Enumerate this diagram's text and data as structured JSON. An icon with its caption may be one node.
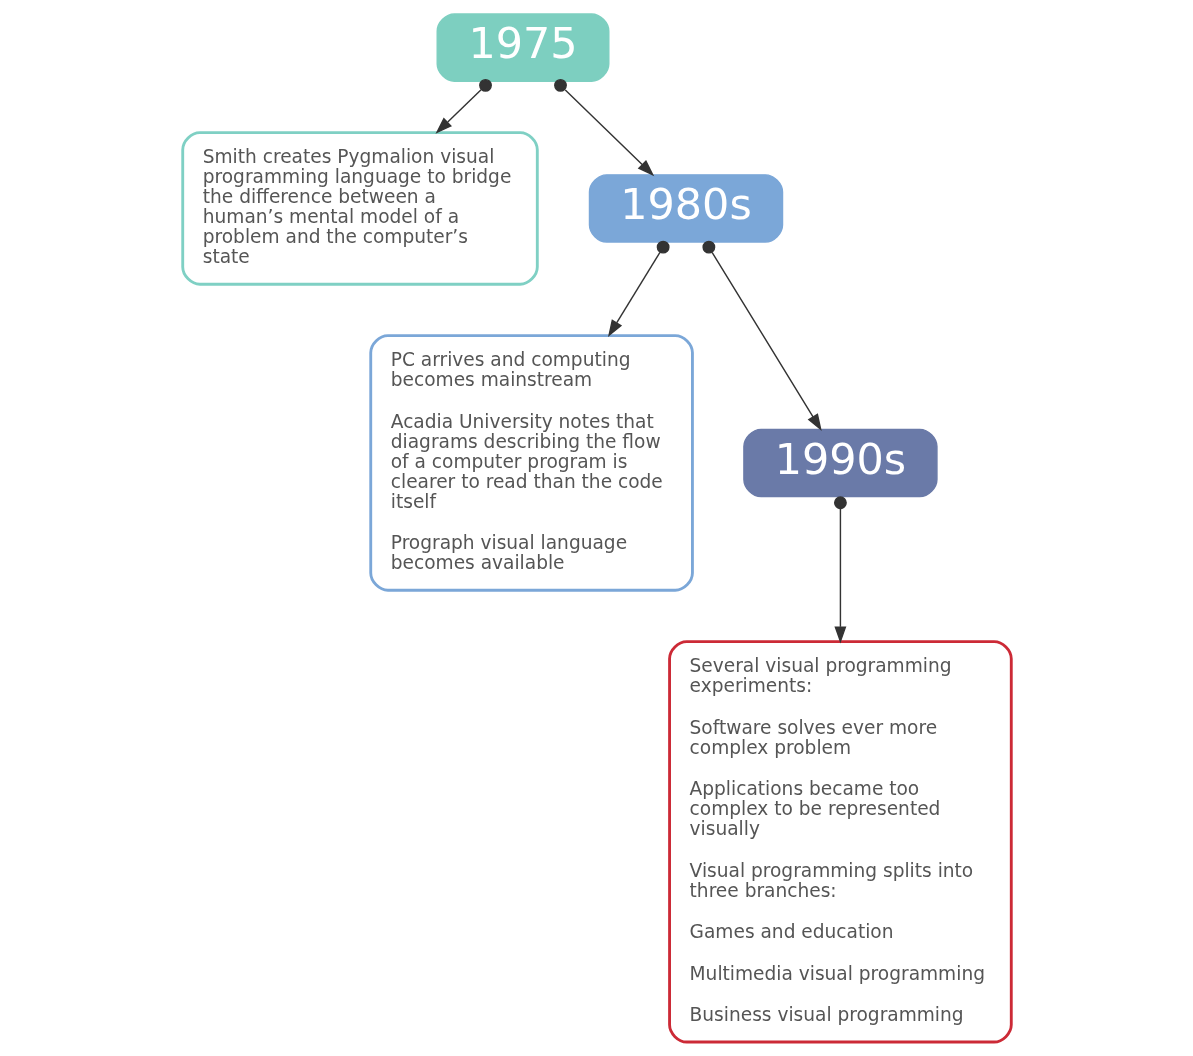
{
  "diagram": {
    "nodes": [
      {
        "text": [
          "1975"
        ]
      },
      {
        "text": [
          "Smith creates Pygmalion visual programming language to bridge the difference between a human’s mental model of a problem and the computer’s state"
        ]
      },
      {
        "text": [
          "1980s"
        ]
      },
      {
        "text": [
          "PC arrives and computing becomes mainstream",
          "Acadia University notes that diagrams describing the flow of a computer program is clearer to read than the code itself",
          "Prograph visual language becomes available"
        ]
      },
      {
        "text": [
          "1990s"
        ]
      },
      {
        "text": [
          "Several visual programming experiments:",
          "Software solves ever more complex problem",
          "Applications became too complex to be represented visually",
          "Visual programming splits into three branches:",
          "Games and education",
          "Multimedia visual programming",
          "Business visual programming"
        ]
      }
    ],
    "edges": [
      {
        "from": 0,
        "to": 1,
        "arrow": "to"
      },
      {
        "from": 0,
        "to": 2,
        "arrow": "to"
      },
      {
        "from": 2,
        "to": 3,
        "arrow": "to"
      },
      {
        "from": 2,
        "to": 4,
        "arrow": "to"
      },
      {
        "from": 4,
        "to": 5,
        "arrow": "to"
      }
    ]
  }
}
